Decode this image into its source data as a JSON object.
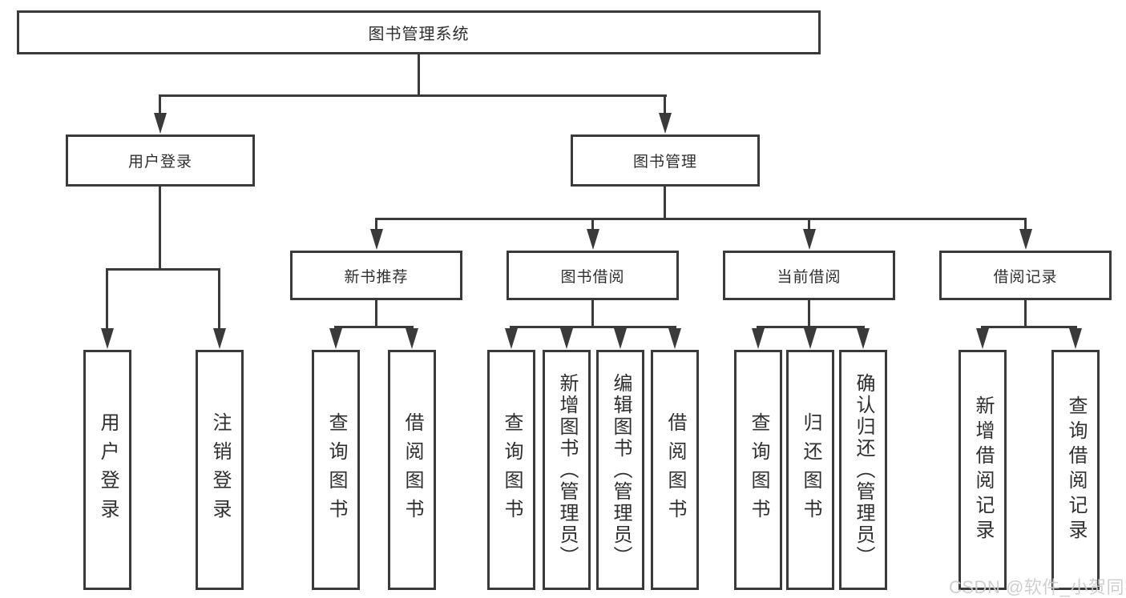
{
  "diagram": {
    "root": "图书管理系统",
    "branches": [
      {
        "label": "用户登录",
        "leaves": [
          "用户登录",
          "注销登录"
        ]
      },
      {
        "label": "图书管理",
        "children": [
          {
            "label": "新书推荐",
            "leaves": [
              "查询图书",
              "借阅图书"
            ]
          },
          {
            "label": "图书借阅",
            "leaves": [
              "查询图书",
              "新增图书（管理员）",
              "编辑图书（管理员）",
              "借阅图书"
            ]
          },
          {
            "label": "当前借阅",
            "leaves": [
              "查询图书",
              "归还图书",
              "确认归还（管理员）"
            ]
          },
          {
            "label": "借阅记录",
            "leaves": [
              "新增借阅记录",
              "查询借阅记录"
            ]
          }
        ]
      }
    ]
  },
  "watermark": {
    "text": "CSDN @软件_小贺同学"
  },
  "colors": {
    "line": "#3a3a3a",
    "text": "#2f2f2f",
    "background": "#ffffff",
    "watermark": "#cbcbcb"
  }
}
